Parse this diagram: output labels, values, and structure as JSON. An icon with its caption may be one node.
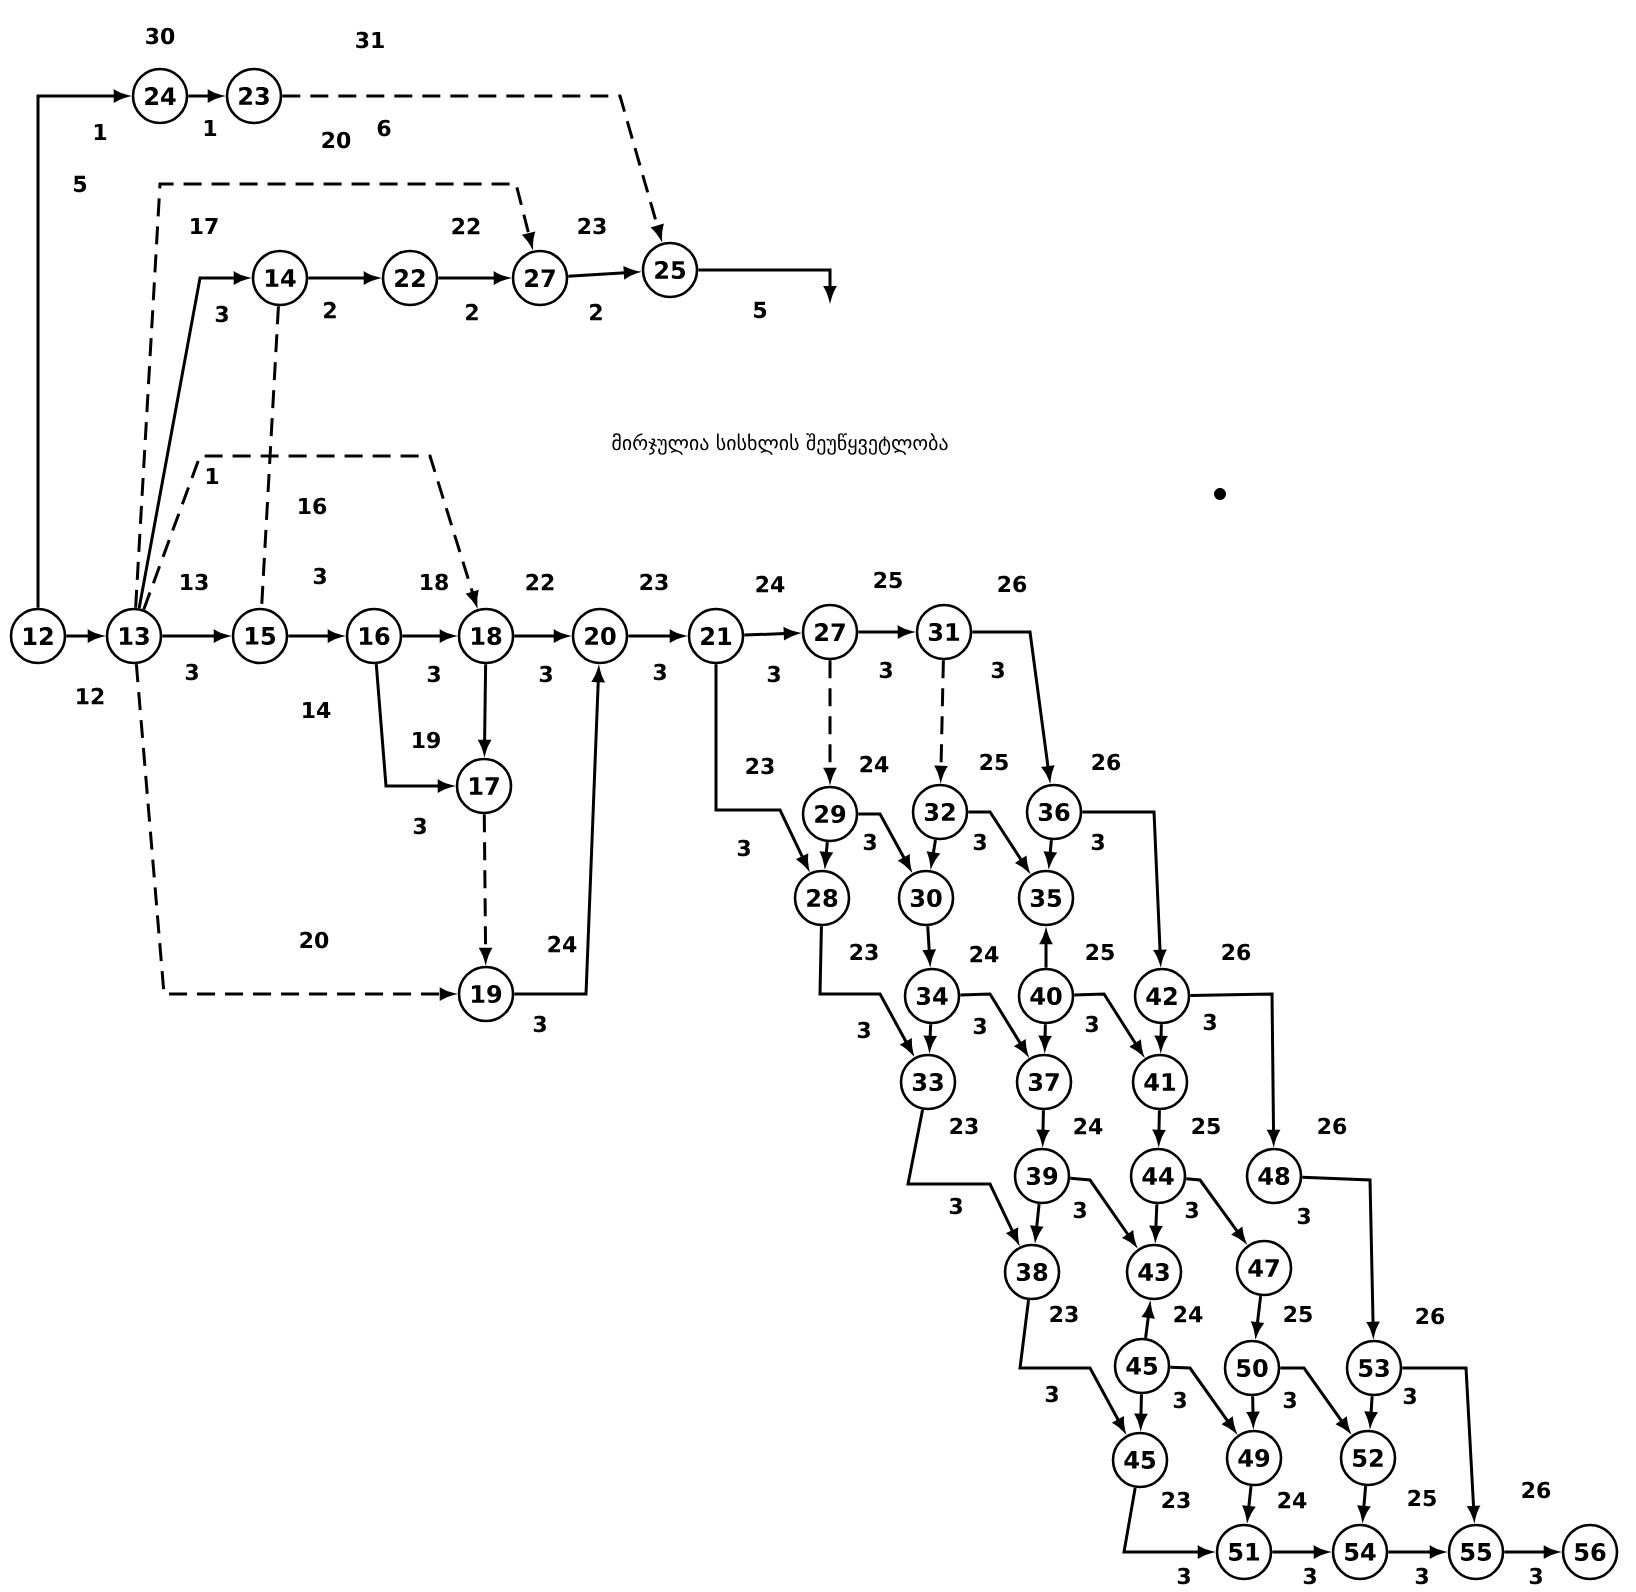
{
  "diagram": {
    "nodes": [
      {
        "text": [
          "24"
        ]
      },
      {
        "text": [
          "23"
        ]
      },
      {
        "text": [
          "14"
        ]
      },
      {
        "text": [
          "22"
        ]
      },
      {
        "text": [
          "27"
        ]
      },
      {
        "text": [
          "25"
        ]
      },
      {
        "text": [
          "12"
        ]
      },
      {
        "text": [
          "13"
        ]
      },
      {
        "text": [
          "15"
        ]
      },
      {
        "text": [
          "16"
        ]
      },
      {
        "text": [
          "18"
        ]
      },
      {
        "text": [
          "20"
        ]
      },
      {
        "text": [
          "21"
        ]
      },
      {
        "text": [
          "27"
        ]
      },
      {
        "text": [
          "31"
        ]
      },
      {
        "text": [
          "17"
        ]
      },
      {
        "text": [
          "19"
        ]
      },
      {
        "text": [
          "29"
        ]
      },
      {
        "text": [
          "32"
        ]
      },
      {
        "text": [
          "36"
        ]
      },
      {
        "text": [
          "28"
        ]
      },
      {
        "text": [
          "30"
        ]
      },
      {
        "text": [
          "35"
        ]
      },
      {
        "text": [
          "34"
        ]
      },
      {
        "text": [
          "40"
        ]
      },
      {
        "text": [
          "42"
        ]
      },
      {
        "text": [
          "33"
        ]
      },
      {
        "text": [
          "37"
        ]
      },
      {
        "text": [
          "41"
        ]
      },
      {
        "text": [
          "39"
        ]
      },
      {
        "text": [
          "44"
        ]
      },
      {
        "text": [
          "48"
        ]
      },
      {
        "text": [
          "38"
        ]
      },
      {
        "text": [
          "43"
        ]
      },
      {
        "text": [
          "47"
        ]
      },
      {
        "text": [
          "45"
        ]
      },
      {
        "text": [
          "50"
        ]
      },
      {
        "text": [
          "53"
        ]
      },
      {
        "text": [
          "45"
        ]
      },
      {
        "text": [
          "49"
        ]
      },
      {
        "text": [
          "52"
        ]
      },
      {
        "text": [
          "51"
        ]
      },
      {
        "text": [
          "54"
        ]
      },
      {
        "text": [
          "55"
        ]
      },
      {
        "text": [
          "56"
        ]
      }
    ],
    "edges": [
      {
        "from": 6,
        "to": 0,
        "arrow": "to"
      },
      {
        "from": 0,
        "to": 1,
        "arrow": "to"
      },
      {
        "from": 1,
        "to": 5,
        "arrow": "to",
        "style": "dashed"
      },
      {
        "from": 7,
        "to": 4,
        "arrow": "to",
        "style": "dashed"
      },
      {
        "from": 7,
        "to": 2,
        "arrow": "to"
      },
      {
        "from": 2,
        "to": 3,
        "arrow": "to"
      },
      {
        "from": 3,
        "to": 4,
        "arrow": "to"
      },
      {
        "from": 4,
        "to": 5,
        "arrow": "to"
      },
      {
        "from": 5,
        "to": null,
        "arrow": "to"
      },
      {
        "from": 2,
        "to": 8,
        "arrow": "none",
        "style": "dashed"
      },
      {
        "from": 7,
        "to": 10,
        "arrow": "to",
        "style": "dashed"
      },
      {
        "from": 6,
        "to": 7,
        "arrow": "to"
      },
      {
        "from": 7,
        "to": 8,
        "arrow": "to"
      },
      {
        "from": 8,
        "to": 9,
        "arrow": "to"
      },
      {
        "from": 9,
        "to": 10,
        "arrow": "to"
      },
      {
        "from": 10,
        "to": 11,
        "arrow": "to"
      },
      {
        "from": 11,
        "to": 12,
        "arrow": "to"
      },
      {
        "from": 12,
        "to": 13,
        "arrow": "to"
      },
      {
        "from": 13,
        "to": 14,
        "arrow": "to"
      },
      {
        "from": 9,
        "to": 15,
        "arrow": "to"
      },
      {
        "from": 10,
        "to": 15,
        "arrow": "to"
      },
      {
        "from": 15,
        "to": 16,
        "arrow": "to",
        "style": "dashed"
      },
      {
        "from": 7,
        "to": 16,
        "arrow": "to",
        "style": "dashed"
      },
      {
        "from": 16,
        "to": 11,
        "arrow": "to"
      },
      {
        "from": 13,
        "to": 17,
        "arrow": "to",
        "style": "dashed"
      },
      {
        "from": 14,
        "to": 18,
        "arrow": "to",
        "style": "dashed"
      },
      {
        "from": 14,
        "to": 19,
        "arrow": "to"
      },
      {
        "from": 12,
        "to": 20,
        "arrow": "to"
      },
      {
        "from": 17,
        "to": 20,
        "arrow": "to"
      },
      {
        "from": 17,
        "to": 21,
        "arrow": "to"
      },
      {
        "from": 18,
        "to": 21,
        "arrow": "to"
      },
      {
        "from": 18,
        "to": 22,
        "arrow": "to"
      },
      {
        "from": 19,
        "to": 22,
        "arrow": "to"
      },
      {
        "from": 19,
        "to": 25,
        "arrow": "to"
      },
      {
        "from": 20,
        "to": 26,
        "arrow": "to"
      },
      {
        "from": 21,
        "to": 23,
        "arrow": "to"
      },
      {
        "from": 24,
        "to": 22,
        "arrow": "to"
      },
      {
        "from": 23,
        "to": 26,
        "arrow": "to"
      },
      {
        "from": 23,
        "to": 27,
        "arrow": "to"
      },
      {
        "from": 24,
        "to": 27,
        "arrow": "to"
      },
      {
        "from": 24,
        "to": 28,
        "arrow": "to"
      },
      {
        "from": 25,
        "to": 28,
        "arrow": "to"
      },
      {
        "from": 25,
        "to": 31,
        "arrow": "to"
      },
      {
        "from": 26,
        "to": 32,
        "arrow": "to"
      },
      {
        "from": 27,
        "to": 29,
        "arrow": "to"
      },
      {
        "from": 28,
        "to": 30,
        "arrow": "to"
      },
      {
        "from": 29,
        "to": 32,
        "arrow": "to"
      },
      {
        "from": 29,
        "to": 33,
        "arrow": "to"
      },
      {
        "from": 30,
        "to": 33,
        "arrow": "to"
      },
      {
        "from": 30,
        "to": 34,
        "arrow": "to"
      },
      {
        "from": 31,
        "to": 37,
        "arrow": "to"
      },
      {
        "from": 32,
        "to": 38,
        "arrow": "to"
      },
      {
        "from": 35,
        "to": 33,
        "arrow": "to"
      },
      {
        "from": 34,
        "to": 36,
        "arrow": "to"
      },
      {
        "from": 35,
        "to": 38,
        "arrow": "to"
      },
      {
        "from": 35,
        "to": 39,
        "arrow": "to"
      },
      {
        "from": 36,
        "to": 39,
        "arrow": "to"
      },
      {
        "from": 36,
        "to": 40,
        "arrow": "to"
      },
      {
        "from": 37,
        "to": 40,
        "arrow": "to"
      },
      {
        "from": 37,
        "to": 43,
        "arrow": "to"
      },
      {
        "from": 38,
        "to": 41,
        "arrow": "to"
      },
      {
        "from": 39,
        "to": 41,
        "arrow": "to"
      },
      {
        "from": 41,
        "to": 42,
        "arrow": "to"
      },
      {
        "from": 40,
        "to": 42,
        "arrow": "to"
      },
      {
        "from": 42,
        "to": 43,
        "arrow": "to"
      },
      {
        "from": 43,
        "to": 44,
        "arrow": "to"
      }
    ],
    "labels": [
      "30",
      "31",
      "1",
      "1",
      "5",
      "20",
      "6",
      "17",
      "22",
      "23",
      "3",
      "2",
      "2",
      "2",
      "5",
      "მირჯულია სისხლის შეუწყვეტლობა",
      "1",
      "16",
      "13",
      "3",
      "18",
      "22",
      "23",
      "24",
      "25",
      "26",
      "3",
      "3",
      "3",
      "3",
      "3",
      "3",
      "3",
      "12",
      "14",
      "19",
      "23",
      "24",
      "25",
      "26",
      "3",
      "3",
      "3",
      "3",
      "3",
      "20",
      "24",
      "23",
      "24",
      "25",
      "26",
      "3",
      "3",
      "3",
      "3",
      "3",
      "23",
      "24",
      "25",
      "26",
      "3",
      "3",
      "3",
      "3",
      "23",
      "24",
      "25",
      "26",
      "3",
      "3",
      "3",
      "3",
      "23",
      "24",
      "25",
      "26",
      "3",
      "3",
      "3",
      "3"
    ]
  }
}
